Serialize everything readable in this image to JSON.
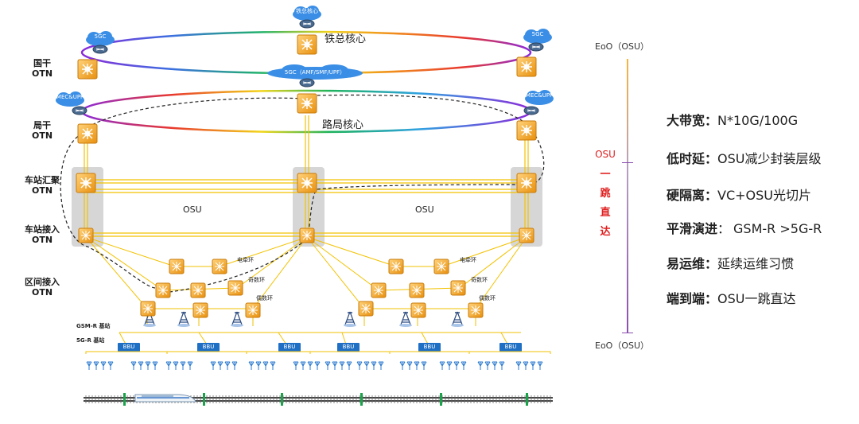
{
  "levels": {
    "guogan": [
      "国干",
      "OTN"
    ],
    "jugan": [
      "局干",
      "OTN"
    ],
    "station_agg": [
      "车站汇聚",
      "OTN"
    ],
    "station_access": [
      "车站接入",
      "OTN"
    ],
    "section_access": [
      "区间接入",
      "OTN"
    ]
  },
  "labels": {
    "rail_core": "铁总核心",
    "bureau_core": "路局核心",
    "cloud_top": "铁总核心",
    "cloud_5gc_left": "5GC",
    "cloud_5gc_right": "5GC",
    "cloud_amf": "5GC（AMF/SMF/UPF）",
    "cloud_mec_left": "MEC&UPF",
    "cloud_mec_right": "MEC&UPF",
    "osu_left": "OSU",
    "osu_right": "OSU",
    "ring_power_l": "电牵环",
    "ring_odd_l": "奇数环",
    "ring_even_l": "偶数环",
    "ring_power_r": "电牵环",
    "ring_odd_r": "奇数环",
    "ring_even_r": "偶数环",
    "gsmr": "GSM-R 基站",
    "g5r": "5G-R 基站",
    "bbu": "BBU"
  },
  "scale": {
    "eoo_top": "EoO（OSU）",
    "eoo_bottom": "EoO（OSU）",
    "osu": "OSU",
    "osu_vertical": [
      "一",
      "跳",
      "直",
      "达"
    ]
  },
  "features": [
    {
      "title": "大带宽",
      "sep": "：",
      "desc": "N*10G/100G"
    },
    {
      "title": "低时延",
      "sep": "：",
      "desc": "OSU减少封装层级"
    },
    {
      "title": "硬隔离",
      "sep": "：",
      "desc": "VC+OSU光切片"
    },
    {
      "title": "平滑演进",
      "sep": "：",
      "desc": "GSM-R >5G-R"
    },
    {
      "title": "易运维",
      "sep": "：",
      "desc": "延续运维习惯"
    },
    {
      "title": "端到端",
      "sep": "：",
      "desc": "OSU一跳直达"
    }
  ],
  "colors": {
    "node_orange": "#f5a623",
    "cloud_blue": "#3a8ee6",
    "link_yellow": "#f2c200",
    "panel_gray": "#d6d6d6",
    "bbu_blue": "#1f6fc4",
    "osu_red": "#e02020",
    "scale_purple": "#8a4fb0"
  }
}
